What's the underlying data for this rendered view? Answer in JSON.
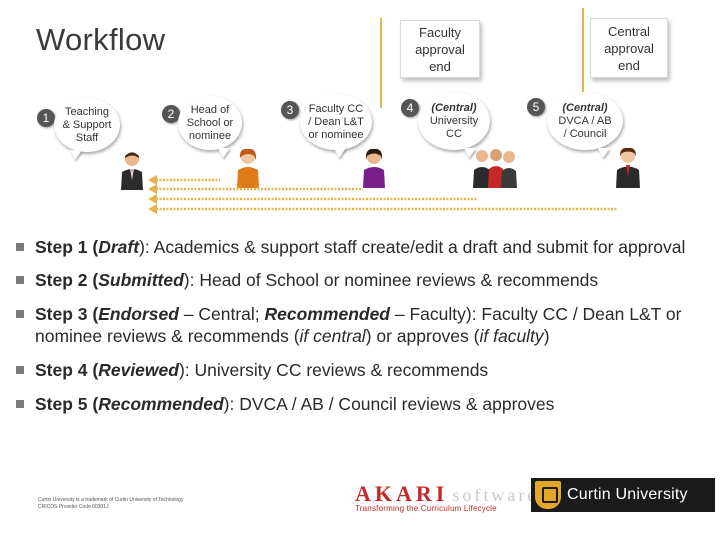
{
  "title": "Workflow",
  "end_callouts": {
    "faculty": "Faculty approval end",
    "central": "Central approval end"
  },
  "steps": [
    {
      "num": "1",
      "role_line1": "Teaching",
      "role_line2": "& Support",
      "role_line3": "Staff"
    },
    {
      "num": "2",
      "role_line1": "Head of",
      "role_line2": "School or",
      "role_line3": "nominee"
    },
    {
      "num": "3",
      "role_line1": "Faculty CC",
      "role_line2": "/ Dean L&T",
      "role_line3": "or nominee"
    },
    {
      "num": "4",
      "prefix": "(Central)",
      "role_line1": "University",
      "role_line2": "CC"
    },
    {
      "num": "5",
      "prefix": "(Central)",
      "role_line1": "DVCA / AB",
      "role_line2": "/ Council"
    }
  ],
  "bullets": {
    "b1": {
      "lead": "Step 1 (",
      "state": "Draft",
      "mid": "): Academics & support staff create/edit a draft and submit for approval"
    },
    "b2": {
      "lead": "Step 2 (",
      "state": "Submitted",
      "mid": "): Head of School or nominee reviews & recommends"
    },
    "b3": {
      "lead": "Step 3 (",
      "state": "Endorsed",
      "dash1": " – Central; ",
      "state2": "Recommended",
      "dash2": " – Faculty): Faculty CC / Dean L&T or nominee reviews & recommends (",
      "it1": "if central",
      "mid2": ") or approves (",
      "it2": "if faculty",
      "end": ")"
    },
    "b4": {
      "lead": "Step 4 (",
      "state": "Reviewed",
      "mid": "): University CC reviews & recommends"
    },
    "b5": {
      "lead": "Step 5 (",
      "state": "Recommended",
      "mid": "): DVCA / AB / Council reviews & approves"
    }
  },
  "footer": {
    "line1": "Curtin University is a trademark of Curtin University of Technology",
    "line2": "CRICOS Provider Code 00301J",
    "akari_word": "AKARI",
    "akari_soft": "software",
    "akari_tag": "Transforming the Curriculum Lifecycle",
    "curtin_name": "Curtin University"
  },
  "colors": {
    "accent": "#e8b44a",
    "akari_red": "#c62828",
    "bullet": "#7a7a7a"
  }
}
